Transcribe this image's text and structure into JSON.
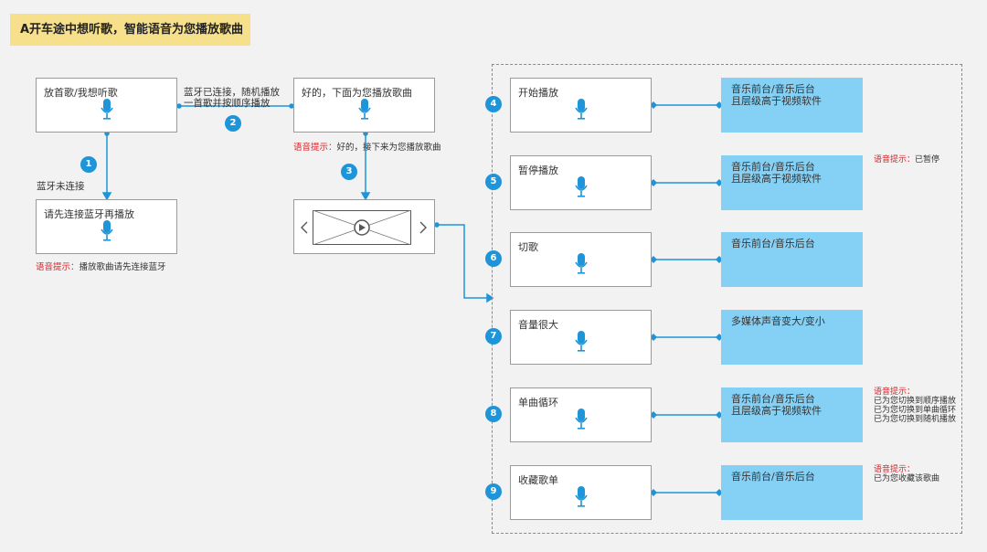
{
  "title": "A开车途中想听歌，智能语音为您播放歌曲",
  "left": {
    "box_play": "放首歌/我想听歌",
    "box_confirm": "好的，下面为您播放歌曲",
    "box_bt": "请先连接蓝牙再播放",
    "label_bt_off": "蓝牙未连接",
    "label_bt_on_1": "蓝牙已连接，随机播放",
    "label_bt_on_2": "一首歌并按顺序播放",
    "hint_bt_label": "语音提示：",
    "hint_bt_text": "播放歌曲请先连接蓝牙",
    "hint_play_label": "语音提示：",
    "hint_play_text": "好的，接下来为您播放歌曲",
    "badges": [
      "1",
      "2",
      "3"
    ]
  },
  "commands": [
    {
      "num": "4",
      "label": "开始播放",
      "result": [
        "音乐前台/音乐后台",
        "且层级高于视频软件"
      ],
      "hint_label": "",
      "hint": []
    },
    {
      "num": "5",
      "label": "暂停播放",
      "result": [
        "音乐前台/音乐后台",
        "且层级高于视频软件"
      ],
      "hint_label": "语音提示：",
      "hint": [
        "已暂停"
      ]
    },
    {
      "num": "6",
      "label": "切歌",
      "result": [
        "音乐前台/音乐后台"
      ],
      "hint_label": "",
      "hint": []
    },
    {
      "num": "7",
      "label": "音量很大",
      "result": [
        "多媒体声音变大/变小"
      ],
      "hint_label": "",
      "hint": []
    },
    {
      "num": "8",
      "label": "单曲循环",
      "result": [
        "音乐前台/音乐后台",
        "且层级高于视频软件"
      ],
      "hint_label": "语音提示：",
      "hint": [
        "已为您切换到顺序播放",
        "已为您切换到单曲循环",
        "已为您切换到随机播放"
      ]
    },
    {
      "num": "9",
      "label": "收藏歌单",
      "result": [
        "音乐前台/音乐后台"
      ],
      "hint_label": "语音提示：",
      "hint": [
        "已为您收藏该歌曲"
      ]
    }
  ],
  "colors": {
    "accent": "#1e95d9",
    "result_fill": "#85d1f5",
    "title_fill": "#f7e08c",
    "hint_red": "#d9232a"
  },
  "icons": {
    "voice": "microphone-icon",
    "media": "image-placeholder-icon"
  }
}
